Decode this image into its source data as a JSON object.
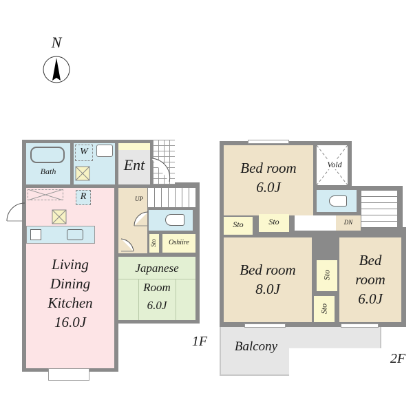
{
  "compass": {
    "label": "N",
    "icon": "north-arrow-icon"
  },
  "floor1": {
    "label": "1F",
    "rooms": {
      "bath": "Bath",
      "washroom": "W",
      "refrigerator": "R",
      "entrance": "Ent",
      "stairs": "UP",
      "storage": "Sto",
      "oshiire": "Oshiire",
      "ldk_line1": "Living",
      "ldk_line2": "Dining",
      "ldk_line3": "Kitchen",
      "ldk_size": "16.0J",
      "japanese_line1": "Japanese",
      "japanese_line2": "Room",
      "japanese_size": "6.0J"
    }
  },
  "floor2": {
    "label": "2F",
    "rooms": {
      "bed1_name": "Bed room",
      "bed1_size": "6.0J",
      "void": "Vold",
      "sto1": "Sto",
      "sto2": "Sto",
      "stairs": "DN",
      "bed2_name": "Bed room",
      "bed2_size": "8.0J",
      "bed3_line1": "Bed",
      "bed3_line2": "room",
      "bed3_size": "6.0J",
      "sto3": "Sto",
      "sto4": "Sto",
      "balcony": "Balcony"
    }
  },
  "colors": {
    "wall": "#8a8a8a",
    "ldk": "#fde4e6",
    "wet": "#d3ebf2",
    "bedroom": "#efe3c9",
    "japanese": "#e3f0d3",
    "storage": "#fbf8cf",
    "balcony": "#e6e6e6"
  }
}
